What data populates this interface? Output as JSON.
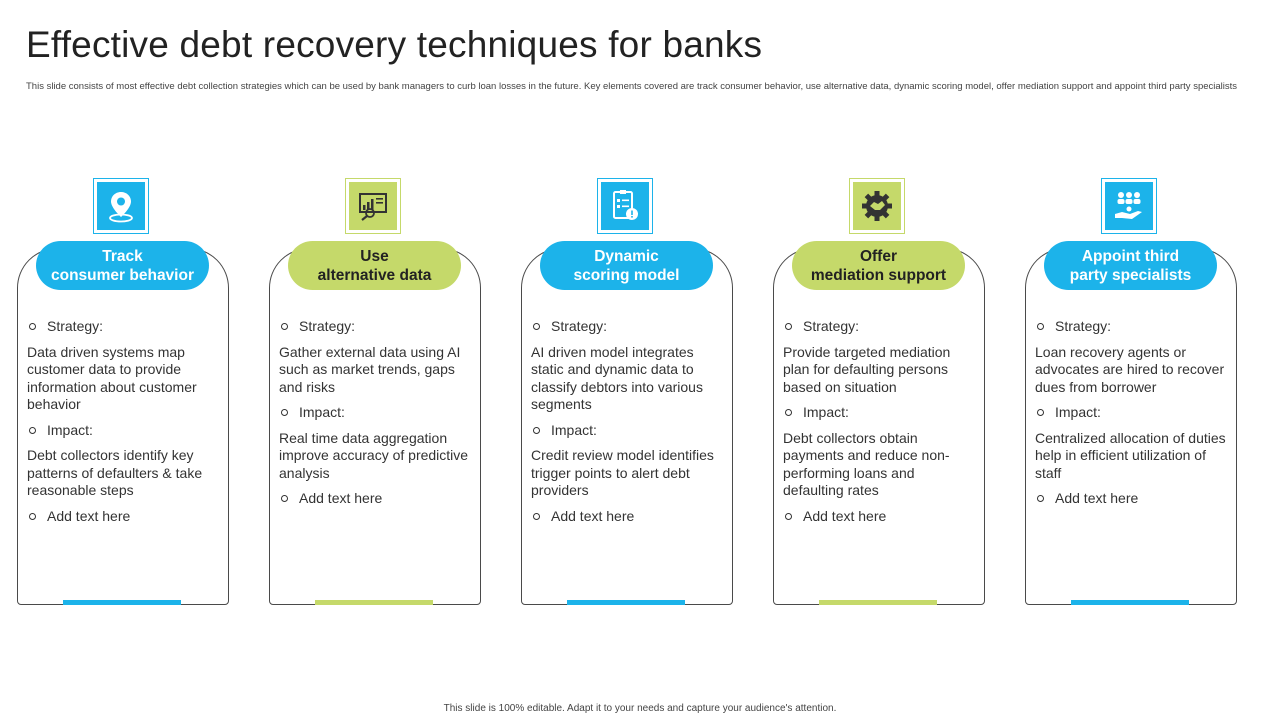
{
  "title": "Effective debt recovery techniques for banks",
  "subtitle": "This slide consists of most effective debt collection strategies which can be used by bank managers to curb loan losses in the future. Key elements covered are track consumer behavior, use alternative data, dynamic scoring model, offer mediation support and appoint third party specialists",
  "colors": {
    "blue": "#1cb3ea",
    "green": "#c5d96a",
    "dark": "#3d3d3d"
  },
  "cards": [
    {
      "heading": "Track\nconsumer behavior",
      "theme": "blue",
      "icon": "location-pin-icon",
      "strategy_label": "Strategy:",
      "strategy_text": "Data driven systems map customer data to provide information about customer behavior",
      "impact_label": "Impact:",
      "impact_text": "Debt collectors identify key patterns of defaulters & take reasonable steps",
      "extra": "Add text here"
    },
    {
      "heading": "Use\nalternative data",
      "theme": "green",
      "icon": "data-analysis-icon",
      "strategy_label": "Strategy:",
      "strategy_text": "Gather external data using AI such as market trends, gaps and risks",
      "impact_label": "Impact:",
      "impact_text": "Real time data aggregation improve accuracy of predictive analysis",
      "extra": "Add text here"
    },
    {
      "heading": "Dynamic\nscoring model",
      "theme": "blue",
      "icon": "checklist-alert-icon",
      "strategy_label": "Strategy:",
      "strategy_text": "AI driven model integrates static and dynamic data to classify debtors into various segments",
      "impact_label": "Impact:",
      "impact_text": "Credit review model identifies trigger points to alert debt providers",
      "extra": "Add text here"
    },
    {
      "heading": "Offer\nmediation support",
      "theme": "green",
      "icon": "gear-handshake-icon",
      "strategy_label": "Strategy:",
      "strategy_text": "Provide targeted mediation plan for defaulting persons based on situation",
      "impact_label": "Impact:",
      "impact_text": "Debt collectors obtain payments and reduce non-performing loans and defaulting rates",
      "extra": "Add text here"
    },
    {
      "heading": "Appoint third\nparty specialists",
      "theme": "blue",
      "icon": "team-hand-icon",
      "strategy_label": "Strategy:",
      "strategy_text": "Loan recovery agents or advocates are hired to recover dues from borrower",
      "impact_label": "Impact:",
      "impact_text": "Centralized allocation of duties help in efficient utilization of staff",
      "extra": "Add text here"
    }
  ],
  "footer": "This slide is 100% editable. Adapt it to your needs and capture your audience's attention."
}
